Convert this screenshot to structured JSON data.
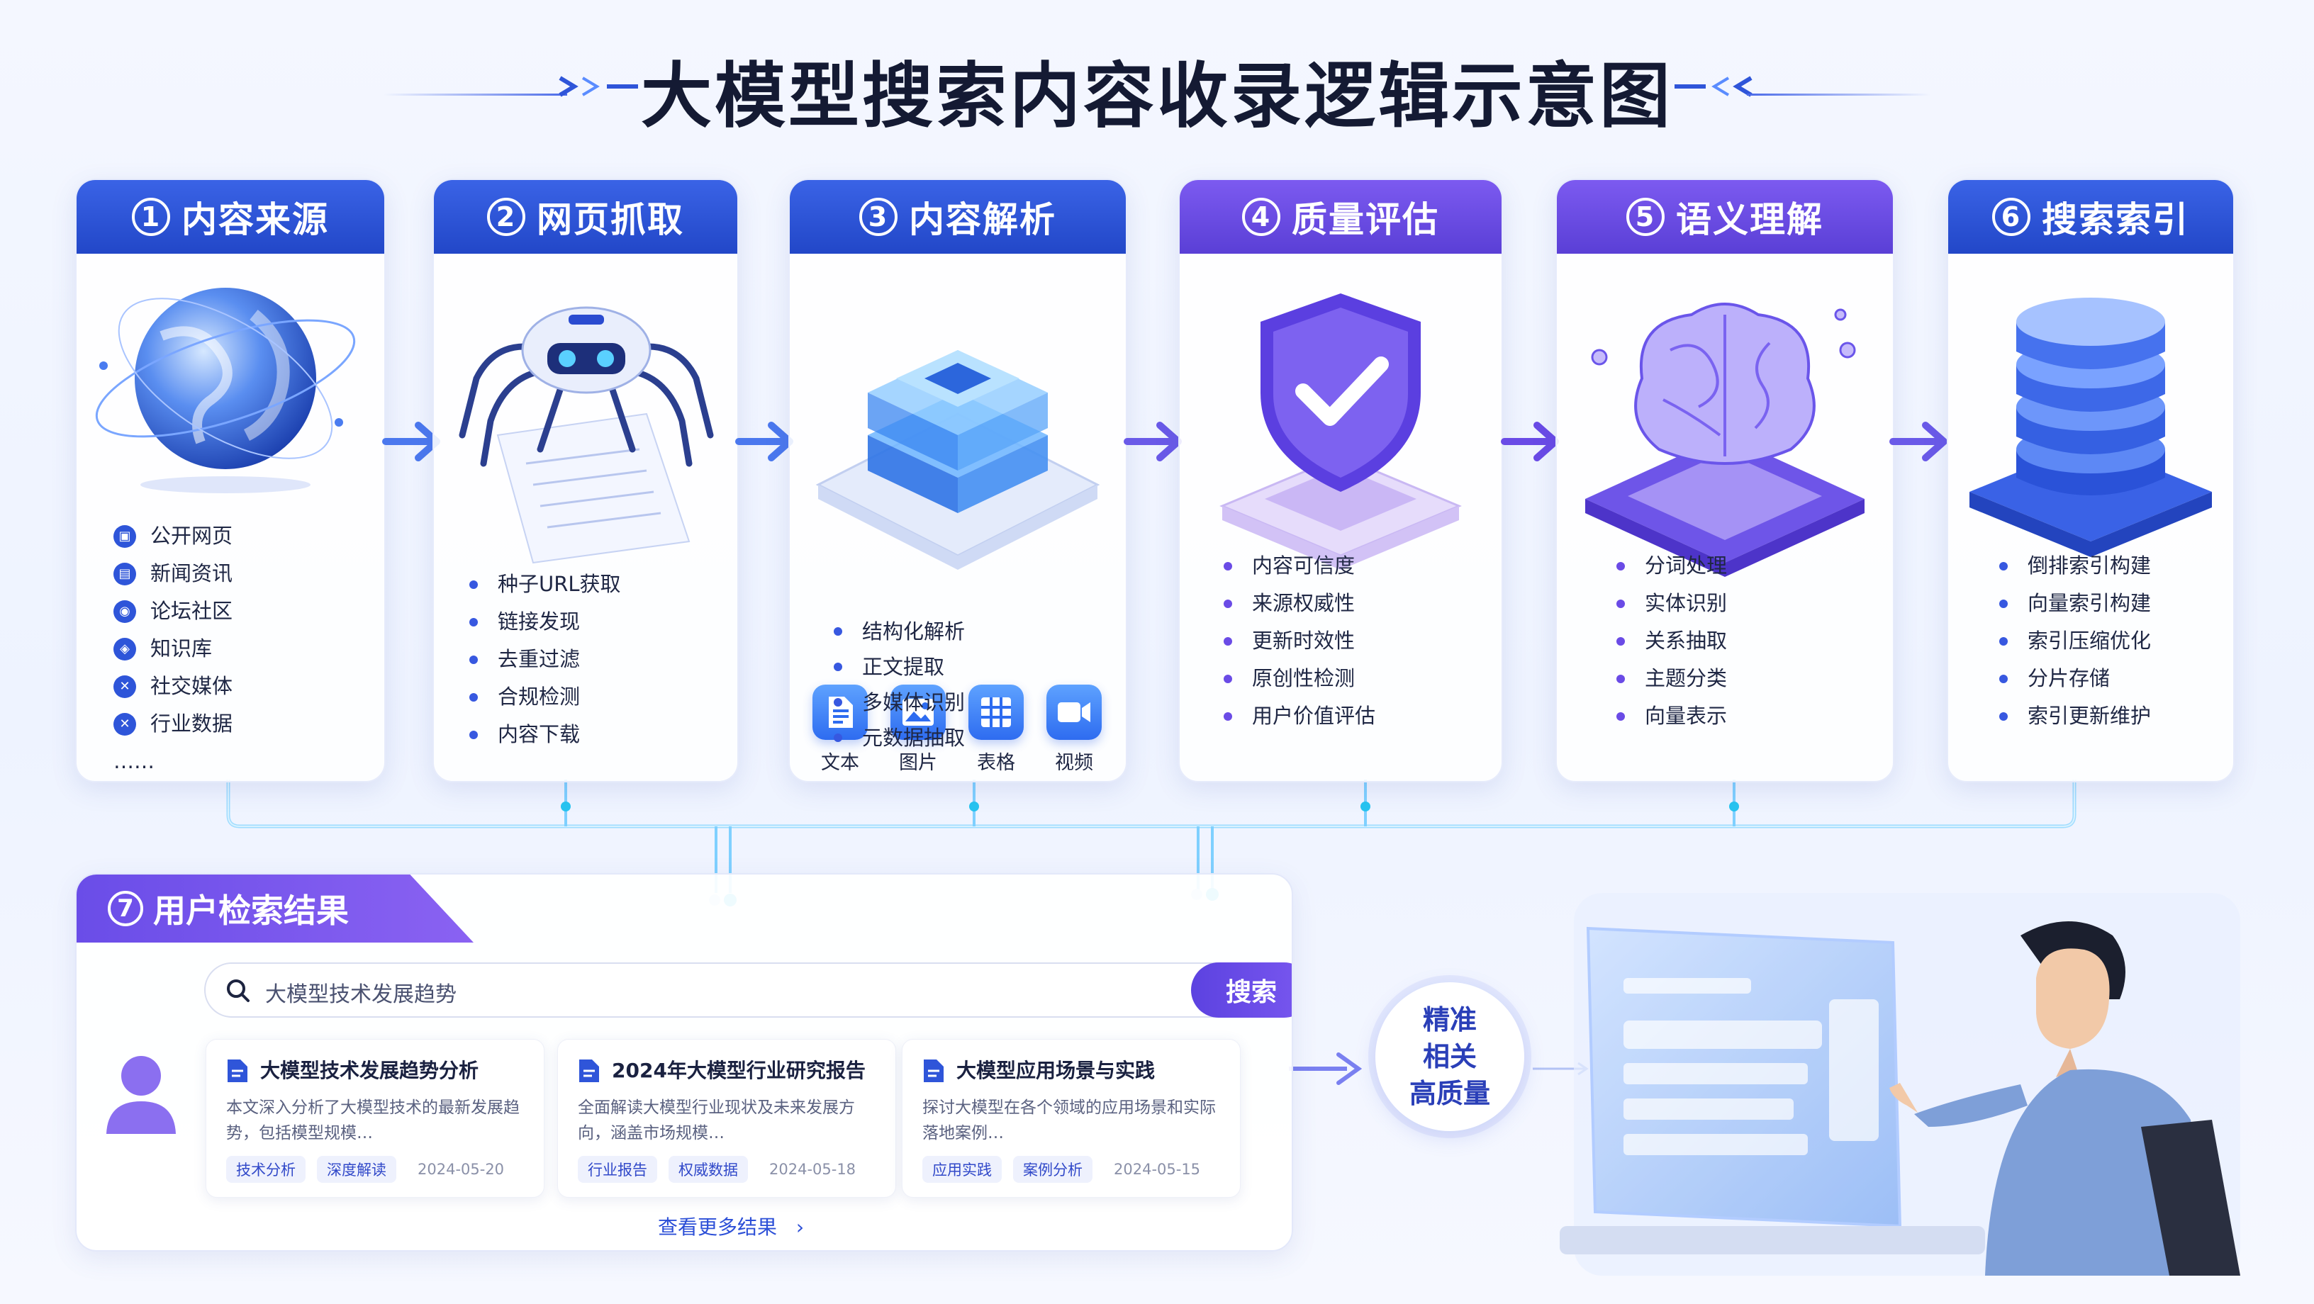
{
  "title": "大模型搜索内容收录逻辑示意图",
  "stages": [
    {
      "num": "1",
      "title": "内容来源",
      "items": [
        "公开网页",
        "新闻资讯",
        "论坛社区",
        "知识库",
        "社交媒体",
        "行业数据"
      ],
      "more": "……"
    },
    {
      "num": "2",
      "title": "网页抓取",
      "items": [
        "种子URL获取",
        "链接发现",
        "去重过滤",
        "合规检测",
        "内容下载"
      ]
    },
    {
      "num": "3",
      "title": "内容解析",
      "media": [
        "文本",
        "图片",
        "表格",
        "视频"
      ],
      "items": [
        "结构化解析",
        "正文提取",
        "多媒体识别",
        "元数据抽取"
      ]
    },
    {
      "num": "4",
      "title": "质量评估",
      "items": [
        "内容可信度",
        "来源权威性",
        "更新时效性",
        "原创性检测",
        "用户价值评估"
      ]
    },
    {
      "num": "5",
      "title": "语义理解",
      "items": [
        "分词处理",
        "实体识别",
        "关系抽取",
        "主题分类",
        "向量表示"
      ]
    },
    {
      "num": "6",
      "title": "搜索索引",
      "items": [
        "倒排索引构建",
        "向量索引构建",
        "索引压缩优化",
        "分片存储",
        "索引更新维护"
      ]
    }
  ],
  "results": {
    "num": "7",
    "title": "用户检索结果",
    "search_value": "大模型技术发展趋势",
    "search_button": "搜索",
    "cards": [
      {
        "title": "大模型技术发展趋势分析",
        "desc": "本文深入分析了大模型技术的最新发展趋势，包括模型规模…",
        "tags": [
          "技术分析",
          "深度解读"
        ],
        "date": "2024-05-20"
      },
      {
        "title": "2024年大模型行业研究报告",
        "desc": "全面解读大模型行业现状及未来发展方向，涵盖市场规模…",
        "tags": [
          "行业报告",
          "权威数据"
        ],
        "date": "2024-05-18"
      },
      {
        "title": "大模型应用场景与实践",
        "desc": "探讨大模型在各个领域的应用场景和实际落地案例…",
        "tags": [
          "应用实践",
          "案例分析"
        ],
        "date": "2024-05-15"
      }
    ],
    "more": "查看更多结果"
  },
  "precision": [
    "精准",
    "相关",
    "高质量"
  ],
  "colors": {
    "blue": "#2f55d9",
    "purple": "#6a4be6",
    "accent_cyan": "#27c4f0"
  }
}
